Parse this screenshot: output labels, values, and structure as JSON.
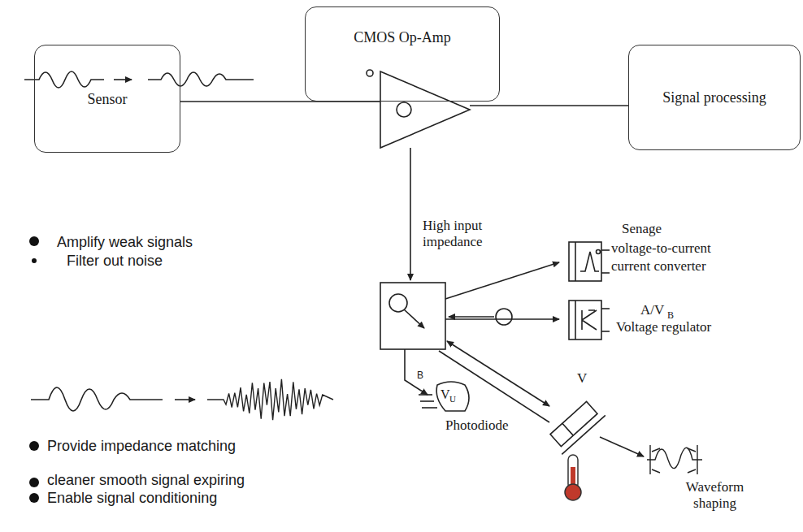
{
  "diagram": {
    "nodes": [
      {
        "text": [
          "Sensor"
        ]
      },
      {
        "text": [
          "CMOS Op-Amp"
        ]
      },
      {
        "text": [
          "Signal processing"
        ]
      }
    ],
    "edges": [
      {
        "from": 0,
        "to": 1,
        "arrow": "none"
      },
      {
        "from": 1,
        "to": 2,
        "arrow": "none"
      }
    ],
    "labels": [
      "High input impedance",
      "Senage",
      "voltage-to-current",
      "current converter",
      "A/V",
      "B",
      "Voltage regulator",
      "B",
      "V",
      "U",
      "Photodiode",
      "V",
      "Waveform shaping",
      "Amplify weak signals",
      "Filter out noise",
      "Provide impedance matching",
      "cleaner smooth signal expiring",
      "Enable signal conditioning"
    ]
  }
}
